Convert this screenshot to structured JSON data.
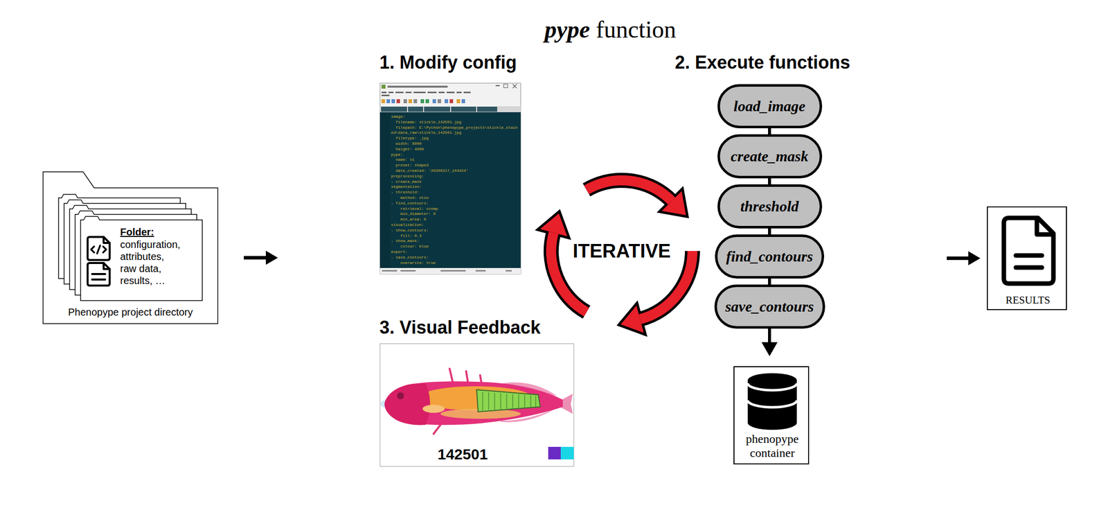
{
  "diagram": {
    "nodes": [
      {
        "text": [
          "Phenopype project directory"
        ]
      },
      {
        "text": [
          "Folder:",
          "configuration, attributes, raw data, results, …"
        ],
        "in": 0
      },
      {
        "text": [
          "pype",
          "function"
        ]
      },
      {
        "text": [
          "load_image"
        ],
        "in": 2
      },
      {
        "text": [
          "create_mask"
        ],
        "in": 2
      },
      {
        "text": [
          "threshold"
        ],
        "in": 2
      },
      {
        "text": [
          "find_contours"
        ],
        "in": 2
      },
      {
        "text": [
          "save_contours"
        ],
        "in": 2
      },
      {
        "text": [
          "phenopype container"
        ],
        "in": 2
      },
      {
        "text": [
          "RESULTS"
        ]
      }
    ],
    "edges": [
      {
        "from": 0,
        "to": 2,
        "arrow": "to"
      },
      {
        "from": 3,
        "to": 4,
        "arrow": "none"
      },
      {
        "from": 4,
        "to": 5,
        "arrow": "none"
      },
      {
        "from": 5,
        "to": 6,
        "arrow": "none"
      },
      {
        "from": 6,
        "to": 7,
        "arrow": "none"
      },
      {
        "from": 7,
        "to": 8,
        "arrow": "to"
      },
      {
        "from": 2,
        "to": 9,
        "arrow": "to"
      }
    ],
    "labels": [
      "1. Modify config",
      "image:",
      "  filename: stickle_142501.jpg",
      "  filepath: E:\\Python\\phenopype_projects\\stickle_stained\\data_raw\\stickle_142501.jpg",
      "  filetype: .jpg",
      "  width: 6000",
      "  height: 4000",
      "pype:",
      "  name: v1",
      "  preset: shape3",
      "  date_created: '20200217_144424'",
      "preprocessing:",
      "- create_mask",
      "segmentation:",
      "- threshold:",
      "    method: otsu",
      "- find_contours:",
      "    retrieval: ccomp",
      "    min_diameter: 0",
      "    min_area: 0",
      "visualization:",
      "- show_contours:",
      "    fill: 0.3",
      "- show_mask:",
      "    colour: blue",
      "export:",
      "- save_contours:",
      "    overwrite: true",
      "ITERATIVE",
      "2. Execute functions",
      "3. Visual Feedback",
      "142501"
    ]
  }
}
